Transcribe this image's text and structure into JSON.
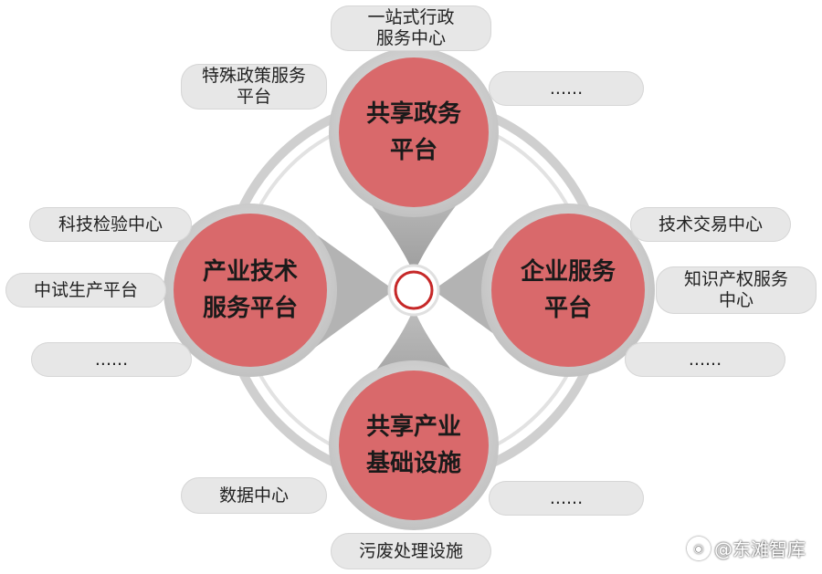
{
  "nodes": {
    "top": "共享政务\n平台",
    "left": "产业技术\n服务平台",
    "right": "企业服务\n平台",
    "bottom": "共享产业\n基础设施"
  },
  "labels": {
    "top_center": "一站式行政\n服务中心",
    "top_left": "特殊政策服务\n平台",
    "top_right": "......",
    "left_1": "科技检验中心",
    "left_2": "中试生产平台",
    "left_3": "......",
    "right_1": "技术交易中心",
    "right_2": "知识产权服务\n中心",
    "right_3": "......",
    "bottom_left": "数据中心",
    "bottom_right": "......",
    "bottom_center": "污废处理设施"
  },
  "watermark": "@东滩智库",
  "colors": {
    "node_fill": "#d9696b",
    "center_ring": "#c62828",
    "label_bg": "#e7e7e7",
    "connector": "#c8c8c8"
  }
}
